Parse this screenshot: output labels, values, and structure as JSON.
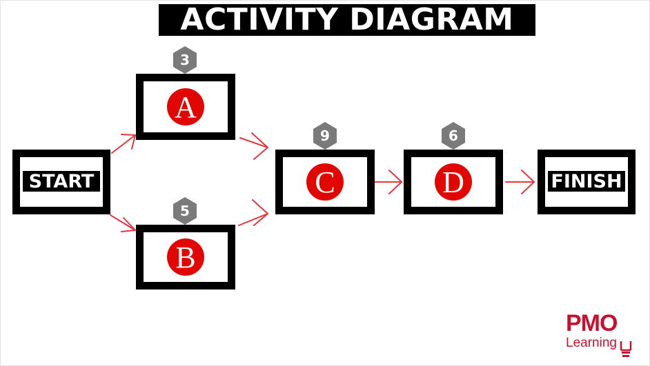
{
  "diagram": {
    "title": "ACTIVITY DIAGRAM",
    "start_label": "START",
    "finish_label": "FINISH",
    "activities": [
      {
        "id": "A",
        "label": "A",
        "duration": "3"
      },
      {
        "id": "B",
        "label": "B",
        "duration": "5"
      },
      {
        "id": "C",
        "label": "C",
        "duration": "9"
      },
      {
        "id": "D",
        "label": "D",
        "duration": "6"
      }
    ],
    "edges": [
      [
        "START",
        "A"
      ],
      [
        "START",
        "B"
      ],
      [
        "A",
        "C"
      ],
      [
        "B",
        "C"
      ],
      [
        "C",
        "D"
      ],
      [
        "D",
        "FINISH"
      ]
    ]
  },
  "logo": {
    "brand": "PMO",
    "tagline": "Learning"
  },
  "colors": {
    "accent_red": "#e10600",
    "badge_gray": "#7a7a7a",
    "arrow_red": "#e8323c",
    "logo_red": "#c8102e"
  }
}
